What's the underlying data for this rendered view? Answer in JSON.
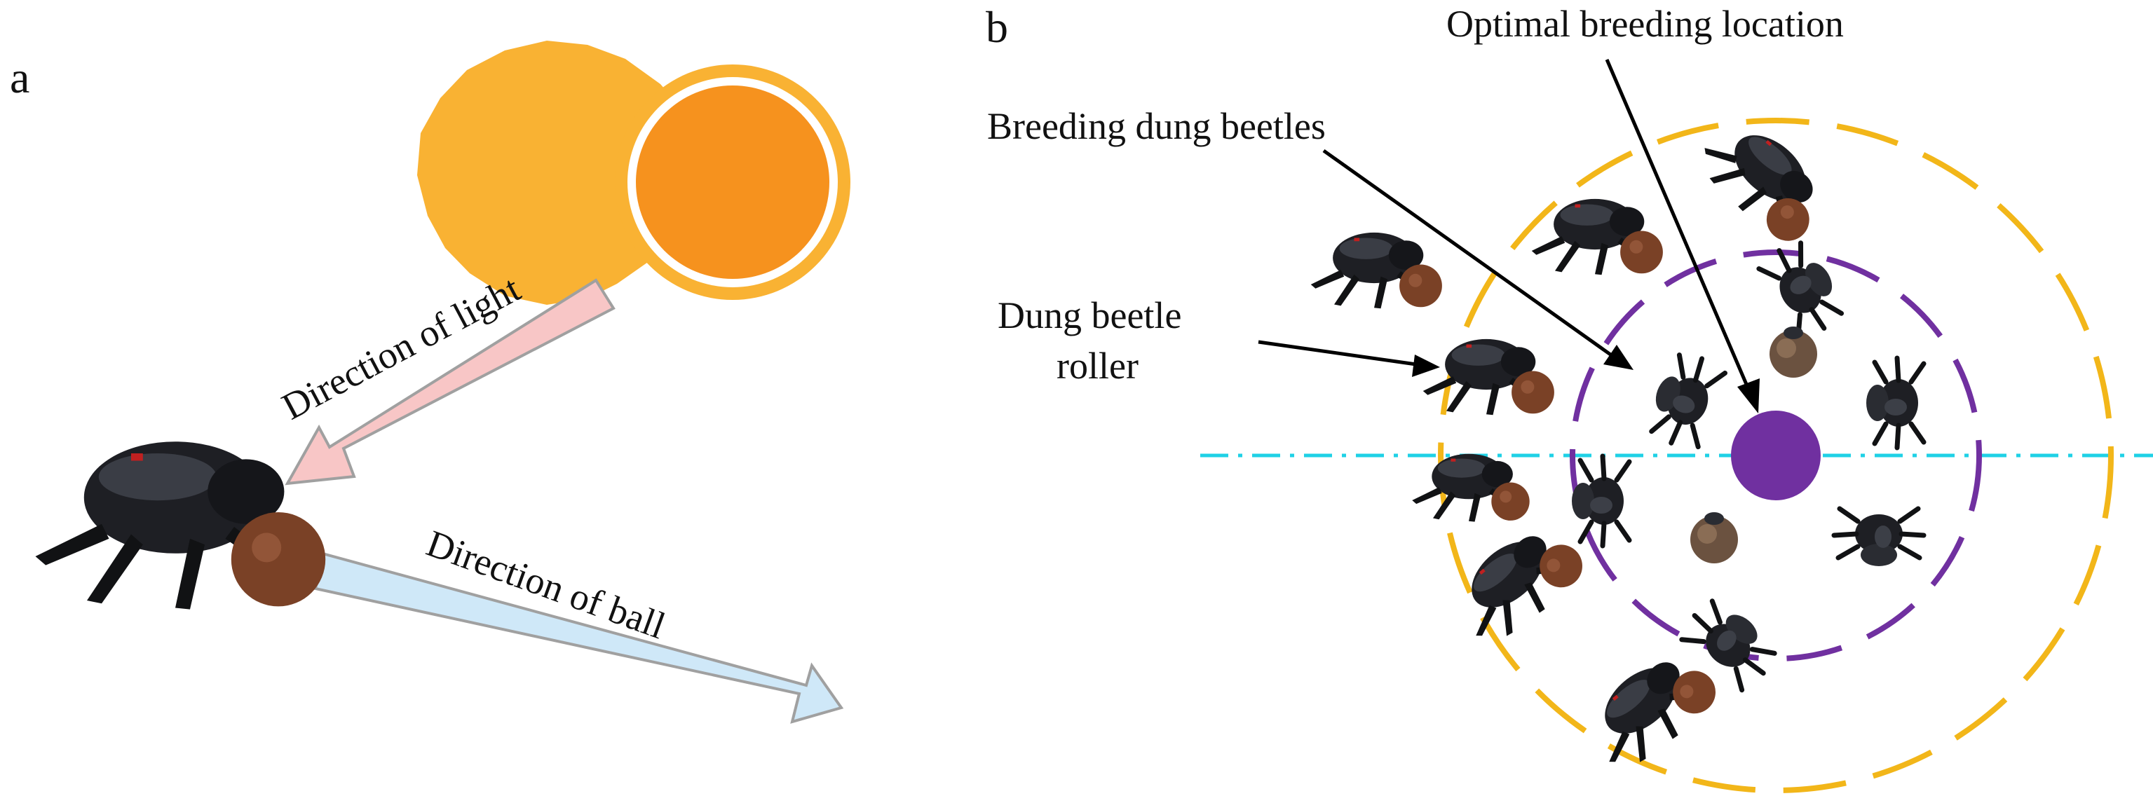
{
  "panel_a": {
    "label": "a",
    "light_arrow_label": "Direction of light",
    "ball_arrow_label": "Direction of ball"
  },
  "panel_b": {
    "label": "b",
    "optimal_label": "Optimal breeding location",
    "breeding_label": "Breeding dung beetles",
    "roller_label_line1": "Dung beetle",
    "roller_label_line2": "roller"
  },
  "colors": {
    "sun": "#f6921e",
    "sun_rays": "#f9b233",
    "light_arrow": "#f8c6c6",
    "ball_arrow": "#cfe8f8",
    "arrow_outline": "#a0a0a0",
    "outer_ring": "#f2b619",
    "inner_ring": "#7030a0",
    "optimal_dot": "#7030a0",
    "axis_line": "#1fd1e6",
    "beetle": "#1e1f24",
    "dung_ball": "#7a4126",
    "brood_ball": "#6b5240"
  }
}
